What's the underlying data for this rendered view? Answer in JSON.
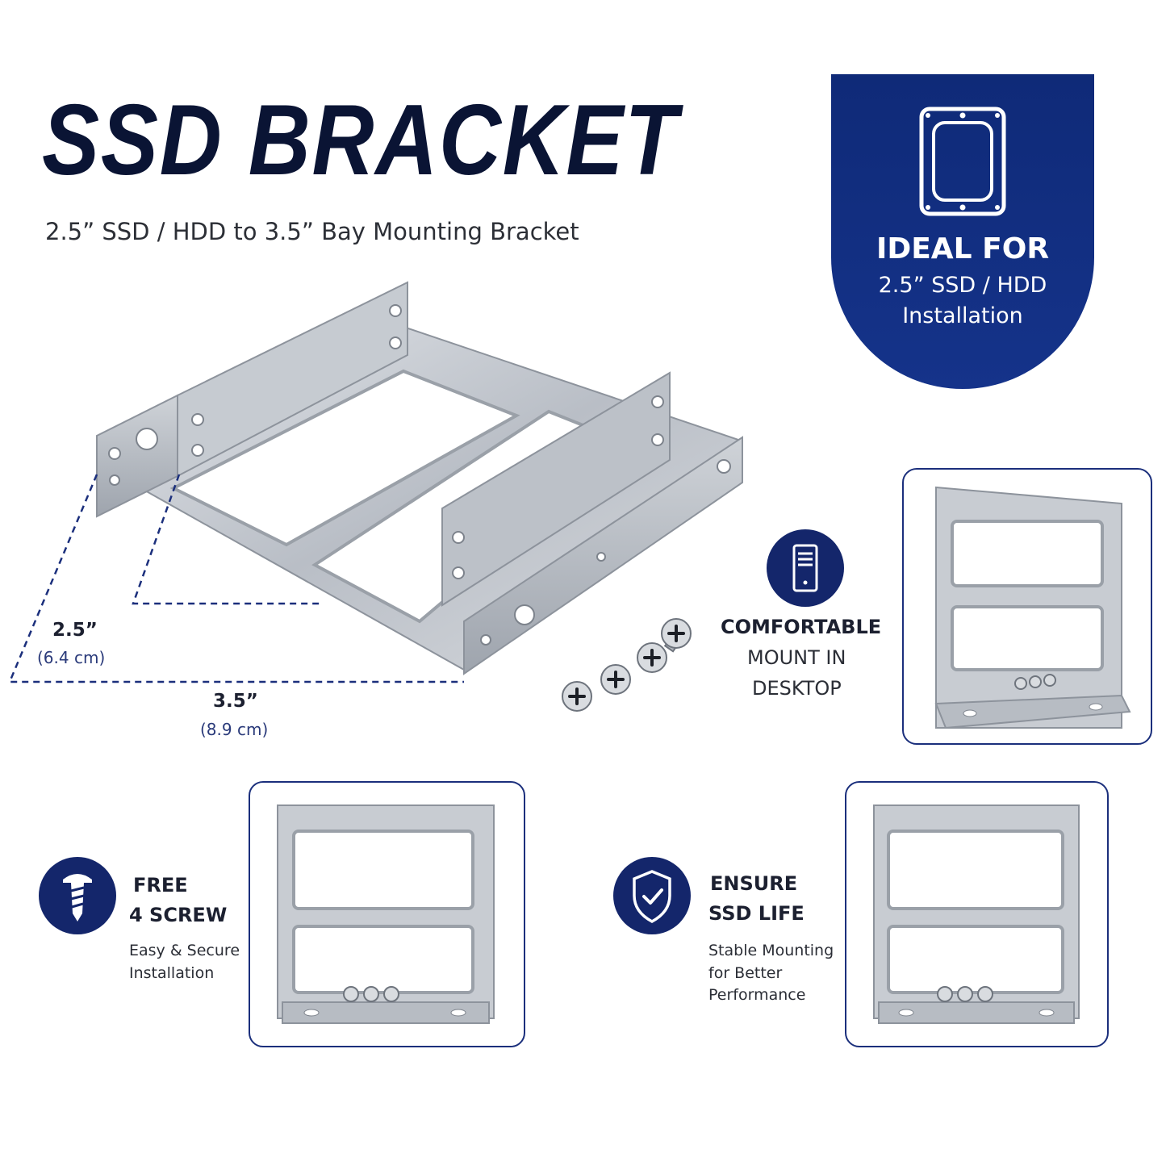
{
  "header": {
    "title": "SSD BRACKET",
    "subtitle": "2.5” SSD / HDD to 3.5” Bay Mounting Bracket"
  },
  "badge": {
    "icon": "hard-drive-icon",
    "heading": "IDEAL FOR",
    "line1": "2.5” SSD / HDD",
    "line2": "Installation"
  },
  "dimensions": {
    "width_label": "2.5”",
    "width_metric": "(6.4 cm)",
    "length_label": "3.5”",
    "length_metric": "(8.9 cm)"
  },
  "features": {
    "desktop": {
      "icon": "desktop-tower-icon",
      "heading": "COMFORTABLE",
      "line1": "MOUNT IN",
      "line2": "DESKTOP"
    },
    "screws": {
      "icon": "screw-icon",
      "heading1": "FREE",
      "heading2": "4 SCREW",
      "line1": "Easy & Secure",
      "line2": "Installation"
    },
    "life": {
      "icon": "shield-check-icon",
      "heading1": "ENSURE",
      "heading2": "SSD LIFE",
      "line1": "Stable Mounting",
      "line2": "for Better",
      "line3": "Performance"
    }
  },
  "colors": {
    "navy": "#0f2a78",
    "dark_navy": "#0a1434",
    "metal": "#c4c9d0",
    "card_border": "#1b2f7c"
  }
}
